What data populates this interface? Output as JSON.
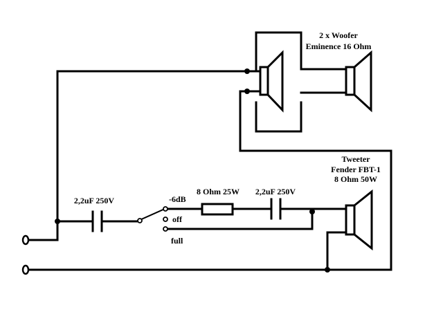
{
  "labels": {
    "woofer_line1": "2 x Woofer",
    "woofer_line2": "Eminence 16 Ohm",
    "tweeter_line1": "Tweeter",
    "tweeter_line2": "Fender FBT-1",
    "tweeter_line3": "8 Ohm  50W",
    "cap1": "2,2uF 250V",
    "resistor": "8 Ohm 25W",
    "cap2": "2,2uF 250V",
    "switch_6db": "-6dB",
    "switch_off": "off",
    "switch_full": "full"
  }
}
